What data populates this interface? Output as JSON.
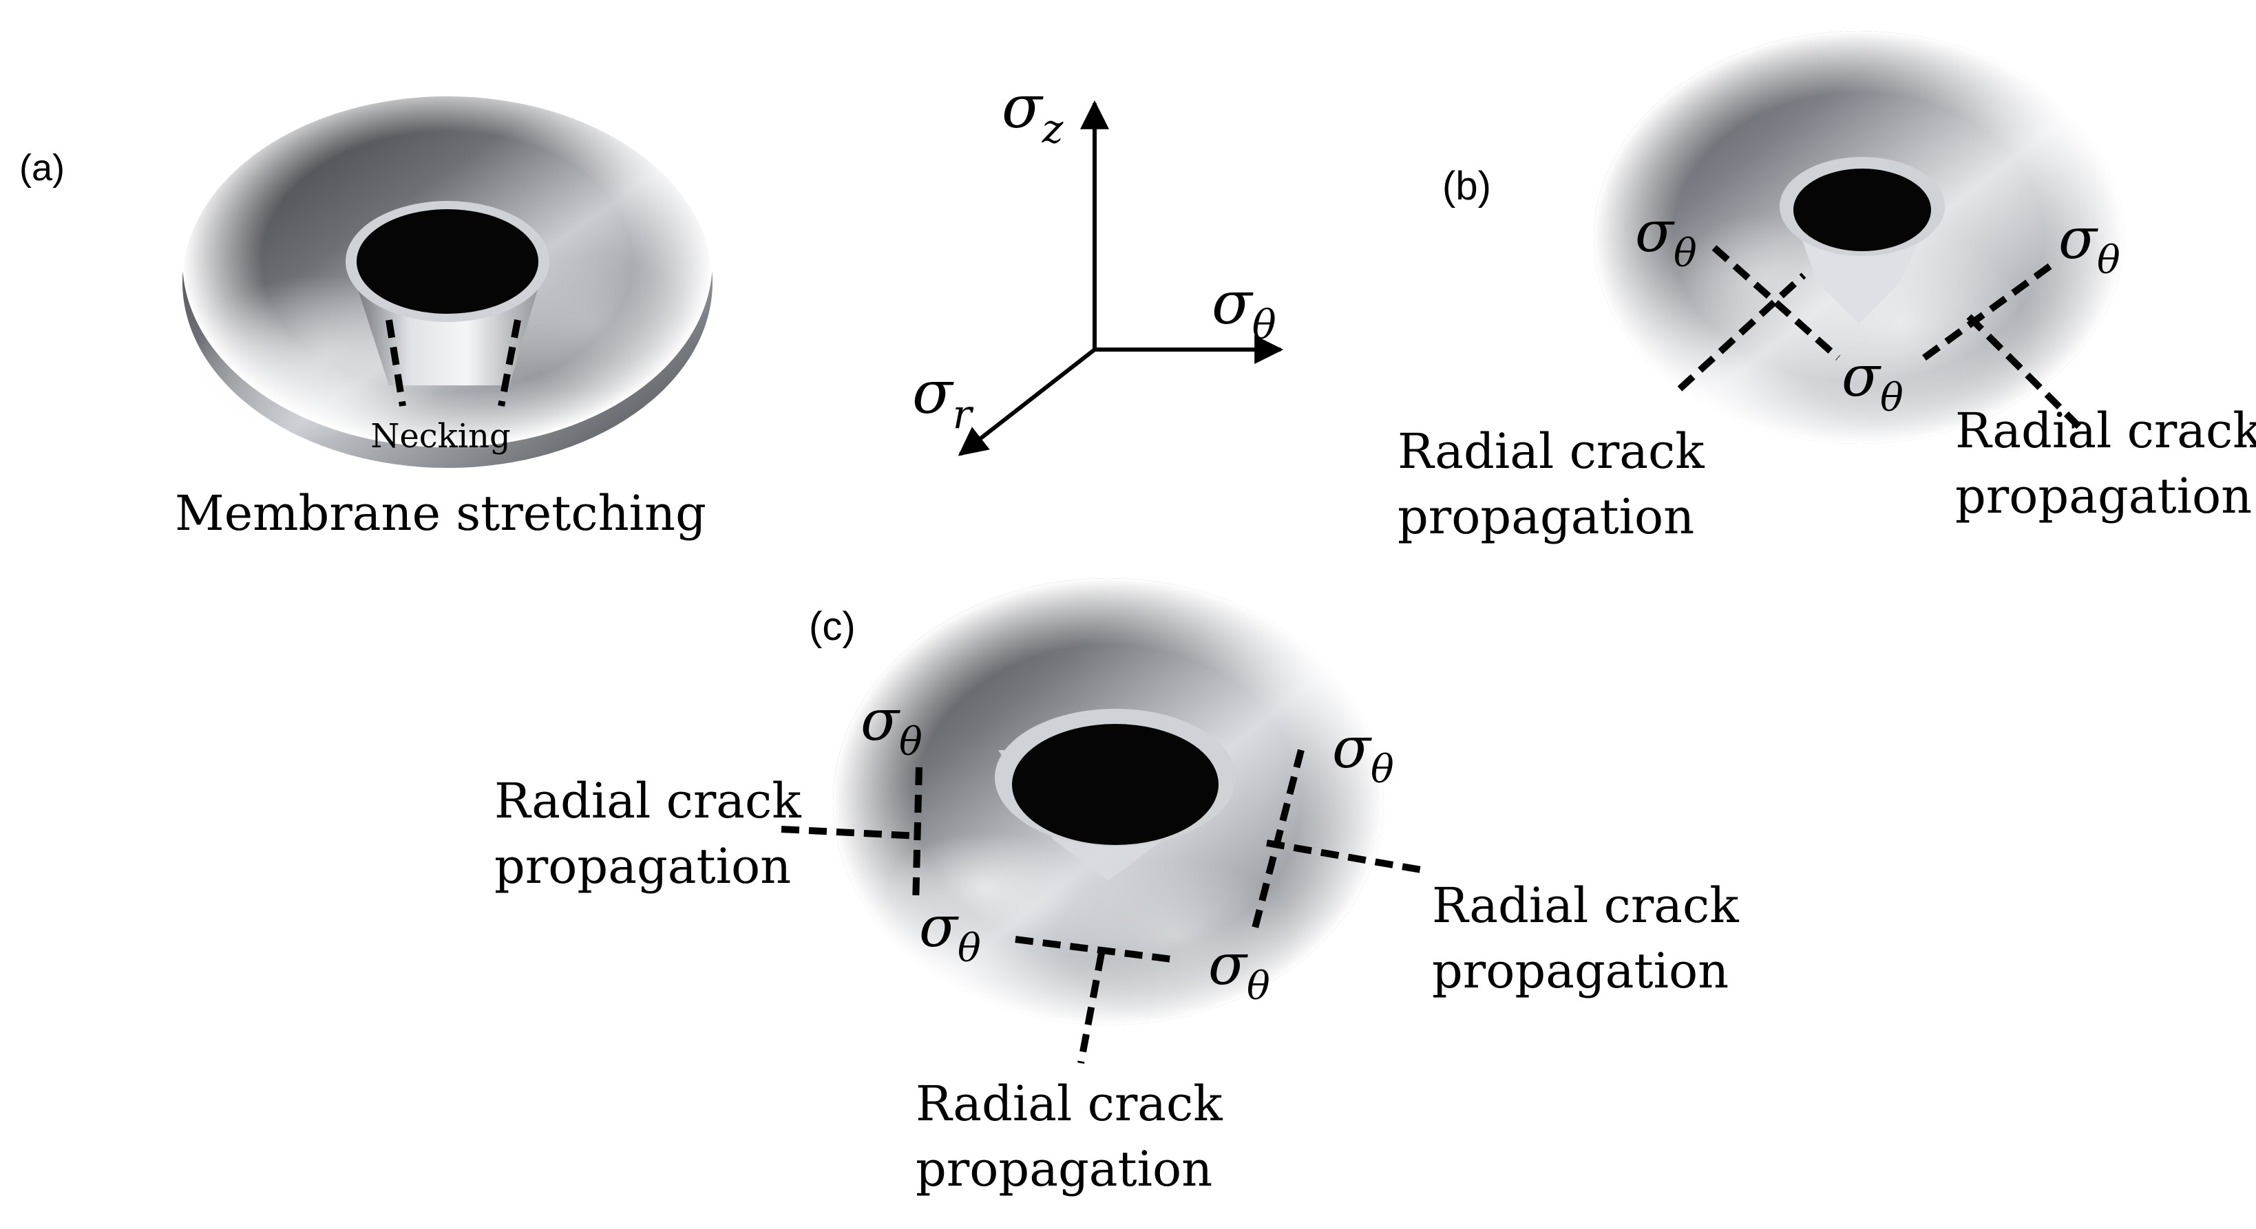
{
  "panels": {
    "a": {
      "label": "(a)",
      "necking_label": "Necking",
      "caption": "Membrane stretching"
    },
    "axes": {
      "z_label": "σ",
      "z_sub": "z",
      "theta_label": "σ",
      "theta_sub": "θ",
      "r_label": "σ",
      "r_sub": "r"
    },
    "b": {
      "label": "(b)",
      "sigma_symbol": "σ",
      "sigma_sub": "θ",
      "crack_line1": "Radial crack",
      "crack_line2": "propagation"
    },
    "c": {
      "label": "(c)",
      "sigma_symbol": "σ",
      "sigma_sub": "θ",
      "crack_line1": "Radial crack",
      "crack_line2": "propagation"
    }
  },
  "colors": {
    "ink": "#000000",
    "metal_light": "#e9ecef",
    "metal_mid": "#9aa0a6",
    "metal_dark": "#2b2d30",
    "hole": "#050505"
  }
}
